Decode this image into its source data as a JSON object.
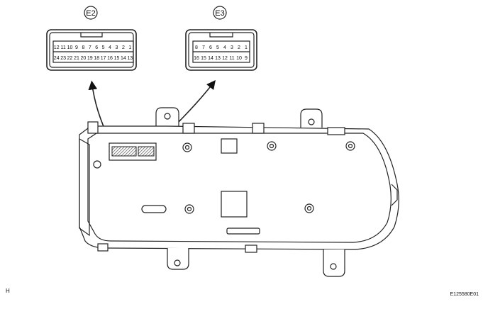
{
  "connectors": [
    {
      "id": "E2",
      "label": "E2",
      "top_pins": [
        "12",
        "11",
        "10",
        "9",
        "8",
        "7",
        "6",
        "5",
        "4",
        "3",
        "2",
        "1"
      ],
      "bottom_pins": [
        "24",
        "23",
        "22",
        "21",
        "20",
        "19",
        "18",
        "17",
        "16",
        "15",
        "14",
        "13"
      ]
    },
    {
      "id": "E3",
      "label": "E3",
      "top_pins": [
        "8",
        "7",
        "6",
        "5",
        "4",
        "3",
        "2",
        "1"
      ],
      "bottom_pins": [
        "16",
        "15",
        "14",
        "13",
        "12",
        "11",
        "10",
        "9"
      ]
    }
  ],
  "footer": {
    "left_mark": "H",
    "figure_code": "E125580E01"
  },
  "colors": {
    "line": "#222222",
    "background": "#ffffff",
    "hatch": "#555555"
  }
}
